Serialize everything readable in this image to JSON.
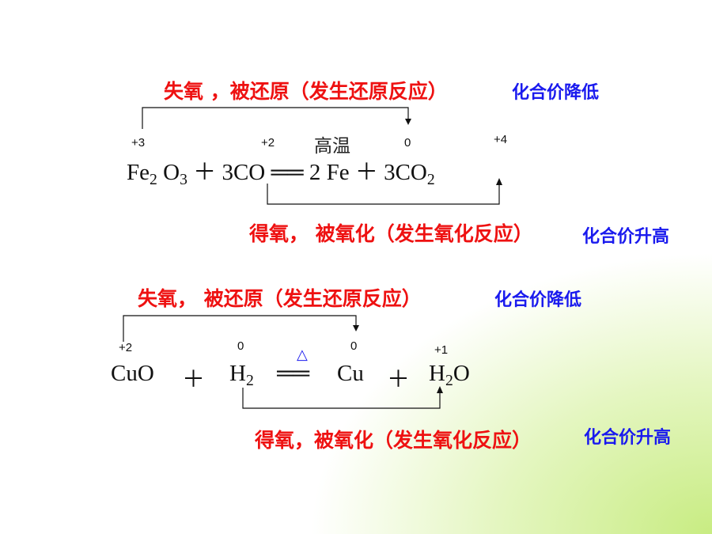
{
  "reaction1": {
    "loss_label": "失氧 ，被还原（发生还原反应）",
    "loss_valence": "化合价降低",
    "ox_fe": "+3",
    "ox_c_left": "+2",
    "ox_fe_right": "0",
    "ox_c_right": "+4",
    "condition": "高温",
    "eq": {
      "fe": "Fe",
      "fe_sub": "2",
      "o": " O",
      "o_sub": "3",
      "plus1": " ＋ ",
      "co": "3CO ",
      "arrow": "══ ",
      "fe_prod": "2 Fe",
      "plus2": " ＋ ",
      "co2": "3CO",
      "co2_sub": "2"
    },
    "gain_label": "得氧，  被氧化（发生氧化反应）",
    "gain_valence": "化合价升高"
  },
  "reaction2": {
    "loss_label": "失氧，  被还原（发生还原反应）",
    "loss_valence": "化合价降低",
    "ox_cu": "+2",
    "ox_h_left": "0",
    "ox_cu_right": "0",
    "ox_h_right": "+1",
    "condition": "△",
    "eq": {
      "cuo": "CuO",
      "plus1": "＋",
      "h": "H",
      "h_sub": "2",
      "arrow": "══",
      "cu": "Cu",
      "plus2": "＋",
      "h2o_h": "H",
      "h2o_sub": "2",
      "h2o_o": "O"
    },
    "gain_label": "得氧，被氧化（发生氧化反应）",
    "gain_valence": "化合价升高"
  }
}
